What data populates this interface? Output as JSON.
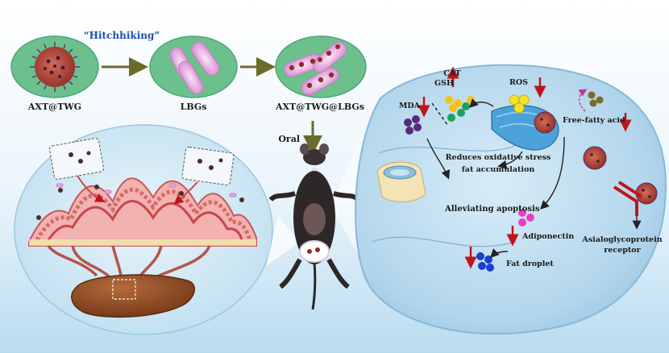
{
  "labels": {
    "hitchhiking": "“Hitchhiking”",
    "axt_twg": "AXT@TWG",
    "lbgs": "LBGs",
    "axt_twg_lbgs": "AXT@TWG@LBGs",
    "oral": "Oral",
    "cat": "CAT",
    "gsh": "GSH",
    "ros": "ROS",
    "mda": "MDA",
    "free_fatty_acid": "Free-fatty acid",
    "reduces_line1": "Reduces oxidative stress",
    "reduces_line2": "fat accumulation",
    "alleviating_apoptosis": "Alleviating apoptosis",
    "adiponectin": "Adiponectin",
    "fat_droplet": "Fat droplet",
    "asialo_line1": "Asialoglycoprotein",
    "asialo_line2": "receptor"
  },
  "colors": {
    "background_top": "#ffffff",
    "background_bottom": "#b9dcef",
    "oval_green": "#6cc08e",
    "cell_blue": "#a8cfe8",
    "arrow_olive": "#6b6b2a",
    "up_down_red": "#c0141c",
    "nanoparticle_red": "#b5463b",
    "rod_pink": "#e8a6e2"
  }
}
